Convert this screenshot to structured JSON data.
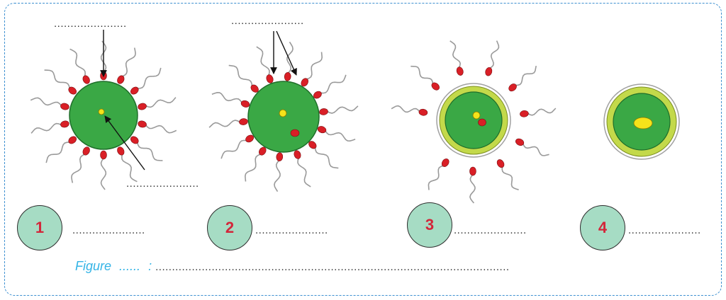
{
  "placeholders": {
    "label_top_1": "......................",
    "label_top_2": "......................",
    "label_bottom_1": "......................",
    "step_answer_1": "......................",
    "step_answer_2": "......................",
    "step_answer_3": "......................",
    "step_answer_4": "......................"
  },
  "steps": [
    {
      "number": "1"
    },
    {
      "number": "2"
    },
    {
      "number": "3"
    },
    {
      "number": "4"
    }
  ],
  "caption": {
    "prefix": "Figure",
    "dots": "......",
    "colon": ":",
    "answer_line": "..........................................................................................................."
  },
  "colors": {
    "frame": "#3c8fd0",
    "cell_green": "#3aa845",
    "membrane_yellow": "#c3d94a",
    "nucleus": "#f5e31a",
    "sperm_head": "#d91f26",
    "step_circle": "#a6dcc4",
    "step_number": "#d3263a",
    "caption": "#34b4e6"
  }
}
